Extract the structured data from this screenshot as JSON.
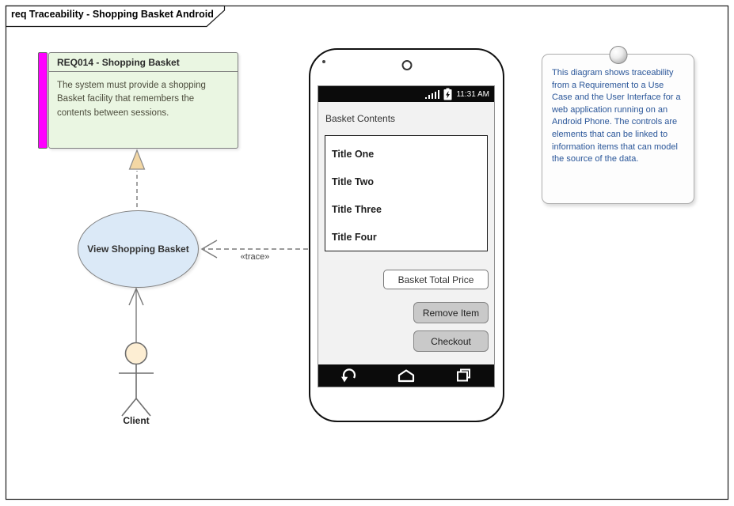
{
  "frame": {
    "title": "req Traceability - Shopping Basket Android"
  },
  "requirement": {
    "title": "REQ014 - Shopping Basket",
    "body": "The system must provide a shopping Basket facility that remembers the contents between sessions."
  },
  "use_case": {
    "label": "View Shopping Basket"
  },
  "actor": {
    "label": "Client"
  },
  "connectors": {
    "trace_label": "«trace»",
    "realization": "use case realizes requirement",
    "association": "actor to use case"
  },
  "note": {
    "text": "This diagram shows traceability from a Requirement to a Use Case and the User Interface for a web application running on an Android Phone. The controls are elements that can be linked to information items that can model the source of the data."
  },
  "phone": {
    "status_bar": {
      "time": "11:31 AM",
      "icons": [
        "signal-strength-icon",
        "battery-charging-icon"
      ]
    },
    "screen": {
      "heading": "Basket Contents",
      "list_items": [
        "Title One",
        "Title Two",
        "Title Three",
        "Title Four"
      ],
      "total_field": "Basket Total Price",
      "buttons": [
        "Remove Item",
        "Checkout"
      ]
    },
    "nav_bar": {
      "icons": [
        "back-icon",
        "home-icon",
        "recent-apps-icon"
      ]
    }
  },
  "colors": {
    "requirement_bar": "#ff00ff",
    "requirement_fill": "#eaf6e2",
    "use_case_fill": "#dbe9f7",
    "actor_head_fill": "#fdeed3",
    "arrow_triangle_fill": "#f3d7a4",
    "note_text": "#2a5699",
    "connector": "#7a7a7a"
  }
}
